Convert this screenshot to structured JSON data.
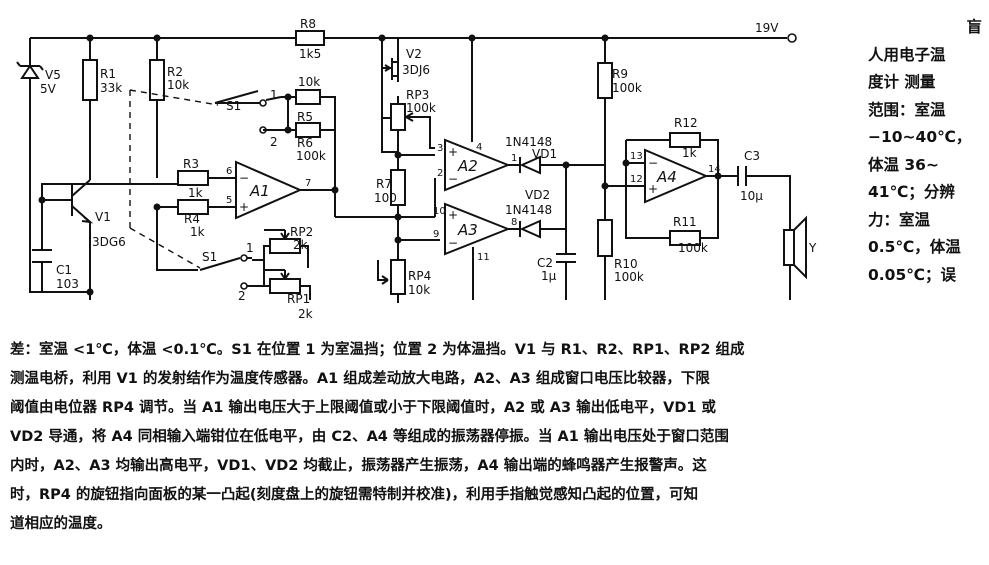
{
  "diagram": {
    "supply": "19V",
    "components": {
      "V5": {
        "ref": "V5",
        "value": "5V"
      },
      "R1": {
        "ref": "R1",
        "value": "33k"
      },
      "R2": {
        "ref": "R2",
        "value": "10k"
      },
      "R8": {
        "ref": "R8",
        "value": "1k5"
      },
      "V2": {
        "ref": "V2",
        "value": "3DJ6"
      },
      "RP3": {
        "ref": "RP3",
        "value": "100k"
      },
      "S1": {
        "ref": "S1"
      },
      "R5": {
        "value": "10k",
        "ref": "R5"
      },
      "R6": {
        "ref": "R6",
        "value": "100k"
      },
      "R3": {
        "ref": "R3",
        "value": "1k"
      },
      "R4": {
        "ref": "R4",
        "value": "1k"
      },
      "A1": {
        "ref": "A1"
      },
      "A2": {
        "ref": "A2"
      },
      "A3": {
        "ref": "A3"
      },
      "A4": {
        "ref": "A4"
      },
      "V1": {
        "ref": "V1",
        "value": "3DG6"
      },
      "C1": {
        "ref": "C1",
        "value": "103"
      },
      "RP2": {
        "ref": "RP2",
        "value": "2k"
      },
      "RP1": {
        "ref": "RP1",
        "value": "2k"
      },
      "R7": {
        "ref": "R7",
        "value": "100"
      },
      "RP4": {
        "ref": "RP4",
        "value": "10k"
      },
      "VD1": {
        "ref": "VD1",
        "value": "1N4148"
      },
      "VD2": {
        "ref": "VD2",
        "value": "1N4148"
      },
      "C2": {
        "ref": "C2",
        "value": "1μ"
      },
      "R9": {
        "ref": "R9",
        "value": "100k"
      },
      "R10": {
        "ref": "R10",
        "value": "100k"
      },
      "R12": {
        "ref": "R12",
        "value": "1k"
      },
      "R11": {
        "ref": "R11",
        "value": "100k"
      },
      "C3": {
        "ref": "C3",
        "value": "10μ"
      },
      "Y": {
        "ref": "Y"
      }
    },
    "switch_positions": {
      "p1": "1",
      "p2": "2"
    },
    "pins": {
      "a1_in_neg": "6",
      "a1_in_pos": "5",
      "a1_out": "7",
      "a2_in_pos": "3",
      "a2_in_neg": "2",
      "a2_out": "1",
      "a2_pwr": "4",
      "a3_in_pos": "10",
      "a3_in_neg": "9",
      "a3_out": "8",
      "a3_gnd": "11",
      "a4_in_neg": "13",
      "a4_in_pos": "12",
      "a4_out": "14"
    },
    "signs": {
      "minus": "−",
      "plus": "+"
    }
  },
  "side_text": [
    "盲",
    "人用电子温",
    "度计  测量",
    "范围：室温",
    "−10~40℃，",
    "体温  36~",
    "41℃；分辨",
    "力：室温",
    "0.5℃，体温",
    "0.05℃；误"
  ],
  "description": [
    "差：室温 <1℃，体温 <0.1℃。S1 在位置 1 为室温挡；位置 2 为体温挡。V1 与 R1、R2、RP1、RP2 组成",
    "测温电桥，利用 V1 的发射结作为温度传感器。A1 组成差动放大电路，A2、A3 组成窗口电压比较器，下限",
    "阈值由电位器 RP4 调节。当 A1 输出电压大于上限阈值或小于下限阈值时，A2 或 A3 输出低电平，VD1 或",
    "VD2 导通，将 A4 同相输入端钳位在低电平，由 C2、A4 等组成的振荡器停振。当 A1 输出电压处于窗口范围",
    "内时，A2、A3 均输出高电平，VD1、VD2 均截止，振荡器产生振荡，A4 输出端的蜂鸣器产生报警声。这",
    "时，RP4 的旋钮指向面板的某一凸起(刻度盘上的旋钮需特制并校准)，利用手指触觉感知凸起的位置，可知",
    "道相应的温度。"
  ]
}
